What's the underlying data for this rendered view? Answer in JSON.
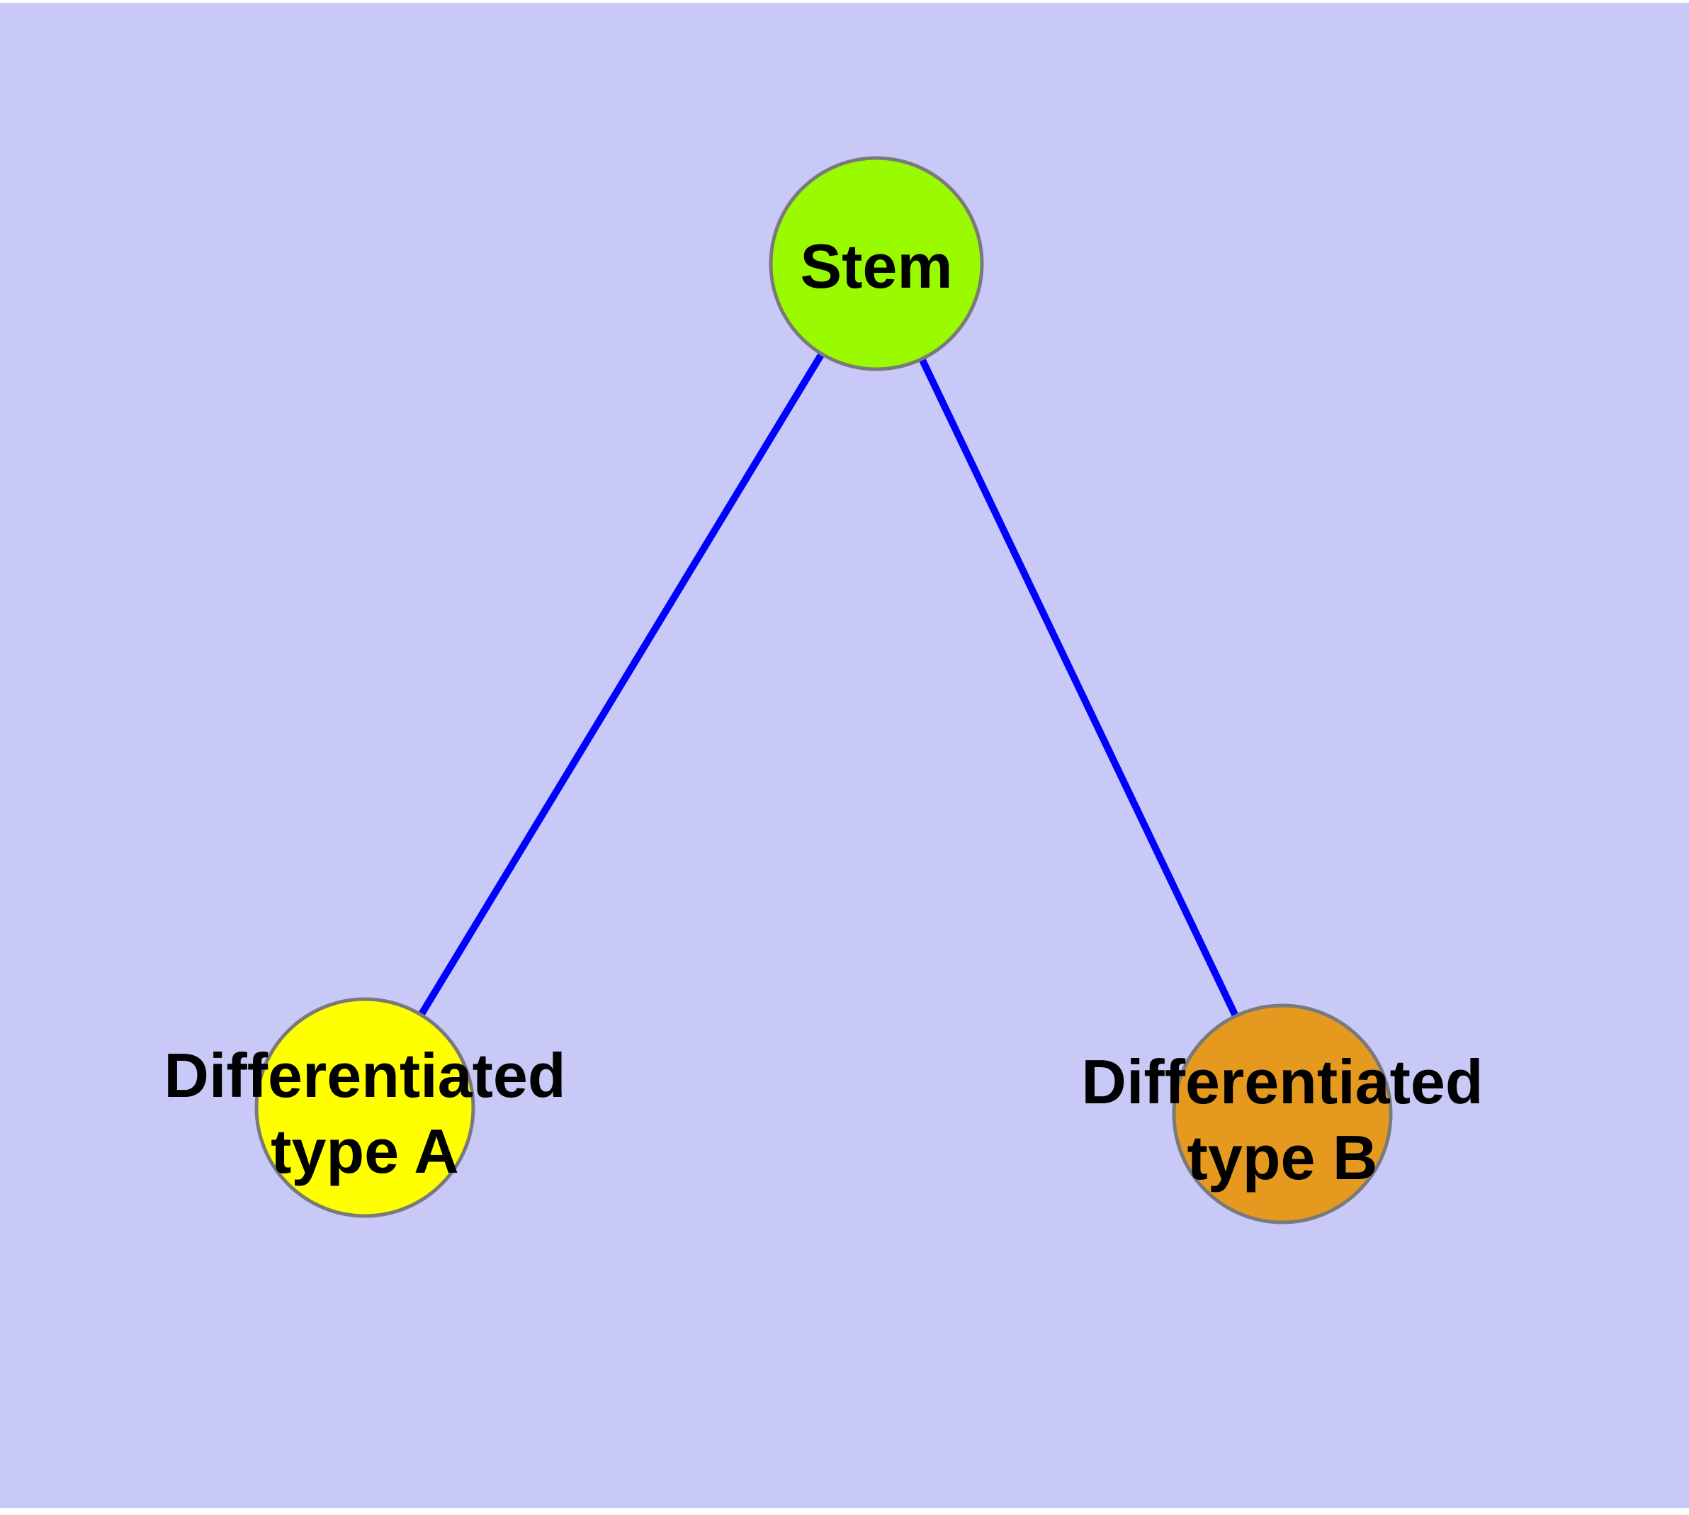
{
  "diagram": {
    "type": "graph",
    "background_color": "#C9C9F8",
    "edge_color": "#0000FF",
    "node_border_color": "#7A7A7A",
    "text_color": "#000000",
    "nodes": [
      {
        "id": "stem",
        "label": "Stem",
        "line1": "Stem",
        "fill": "#9AFA00"
      },
      {
        "id": "differentiated-type-a",
        "label": "Differentiated type A",
        "line1": "Differentiated",
        "line2": "type A",
        "fill": "#FFFF00"
      },
      {
        "id": "differentiated-type-b",
        "label": "Differentiated type B",
        "line1": "Differentiated",
        "line2": "type B",
        "fill": "#E59A1F"
      }
    ],
    "edges": [
      {
        "from": "stem",
        "to": "differentiated-type-a"
      },
      {
        "from": "stem",
        "to": "differentiated-type-b"
      }
    ]
  }
}
